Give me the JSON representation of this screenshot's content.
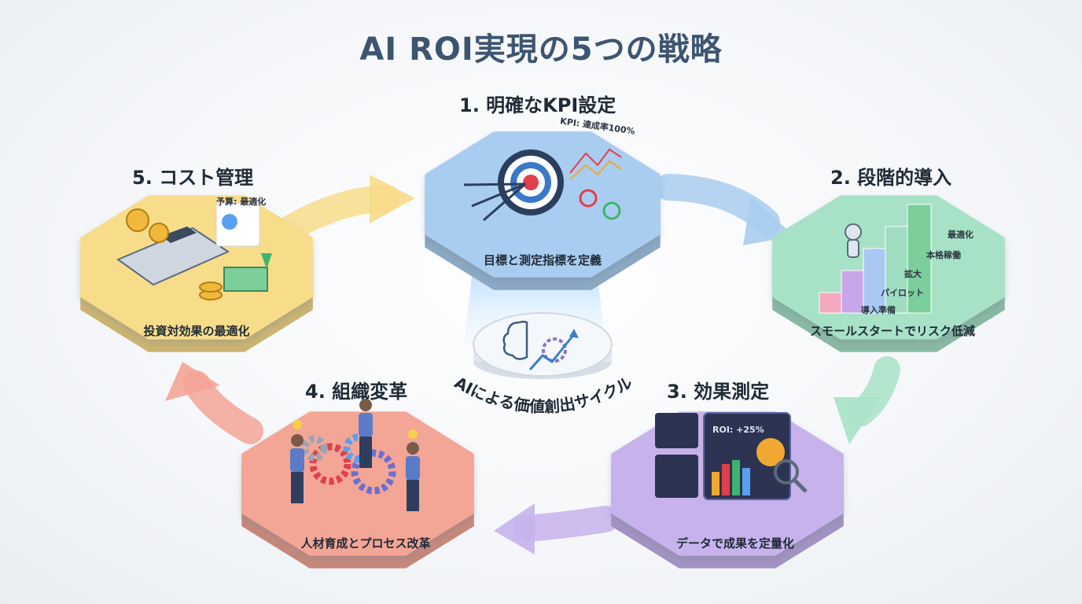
{
  "title": "AI ROI実現の5つの戦略",
  "center_label": "AIによる価値創出サイクル",
  "nodes": [
    {
      "id": "kpi",
      "title": "1. 明確なKPI設定",
      "caption": "目標と測定指標を定義",
      "chart_label": "KPI: 達成率100%",
      "color": "#a9cdf0"
    },
    {
      "id": "phased",
      "title": "2. 段階的導入",
      "caption": "スモールスタートでリスク低減",
      "color": "#a7e2c7",
      "steps": [
        "導入準備",
        "パイロット",
        "拡大",
        "本格稼働",
        "最適化"
      ]
    },
    {
      "id": "measure",
      "title": "3. 効果測定",
      "caption": "データで成果を定量化",
      "color": "#c7b2ec",
      "dashboard_label": "ROI: +25%"
    },
    {
      "id": "org",
      "title": "4. 組織変革",
      "caption": "人材育成とプロセス改革",
      "color": "#f3a596"
    },
    {
      "id": "cost",
      "title": "5. コスト管理",
      "caption": "投資対効果の最適化",
      "color": "#f7dc8a",
      "chart_label": "予算: 最適化"
    }
  ],
  "arrow_colors": {
    "kpi_to_phased": "#a9cdf0",
    "phased_to_measure": "#a7e2c7",
    "measure_to_org": "#c7b2ec",
    "org_to_cost": "#f3a596",
    "cost_to_kpi": "#f7dc8a"
  }
}
